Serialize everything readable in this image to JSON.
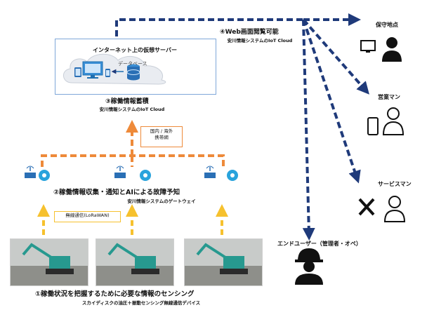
{
  "cloud": {
    "title": "インターネット上の仮想サーバー",
    "db_label": "データベース"
  },
  "step3": {
    "title": "③稼働情報蓄積",
    "subtitle": "安川情報システムのIoT Cloud"
  },
  "step4": {
    "title": "④Web画面閲覧可能",
    "subtitle": "安川情報システムのIoT Cloud"
  },
  "network_box": {
    "line1": "国内 / 海外",
    "line2": "携帯網"
  },
  "step2": {
    "title": "②稼働情報収集・通知とAIによる故障予知",
    "subtitle": "安川情報システムのゲートウェイ"
  },
  "wireless_box": {
    "label": "無線通信(LoRaWAN)"
  },
  "step1": {
    "title": "①稼働状況を把握するために必要な情報のセンシング",
    "subtitle": "スカイディスクの油圧＋振動センシング無線通信デバイス"
  },
  "users": {
    "maintenance": "保守地点",
    "sales": "営業マン",
    "service": "サービスマン",
    "end_user": "エンドユーザー（管理者・オペ）"
  },
  "icons": [
    "cloud-icon",
    "monitor-icon",
    "tablet-icon",
    "database-icon",
    "gateway-icon",
    "ai-brain-icon",
    "excavator-photo",
    "desktop-user-icon",
    "phone-user-icon",
    "tools-user-icon",
    "helmet-user-icon"
  ],
  "colors": {
    "navy_arrow": "#1f3a7a",
    "orange_arrow": "#ee8a3a",
    "yellow_arrow": "#f6c12e",
    "cloud_border": "#7fa7d9"
  }
}
